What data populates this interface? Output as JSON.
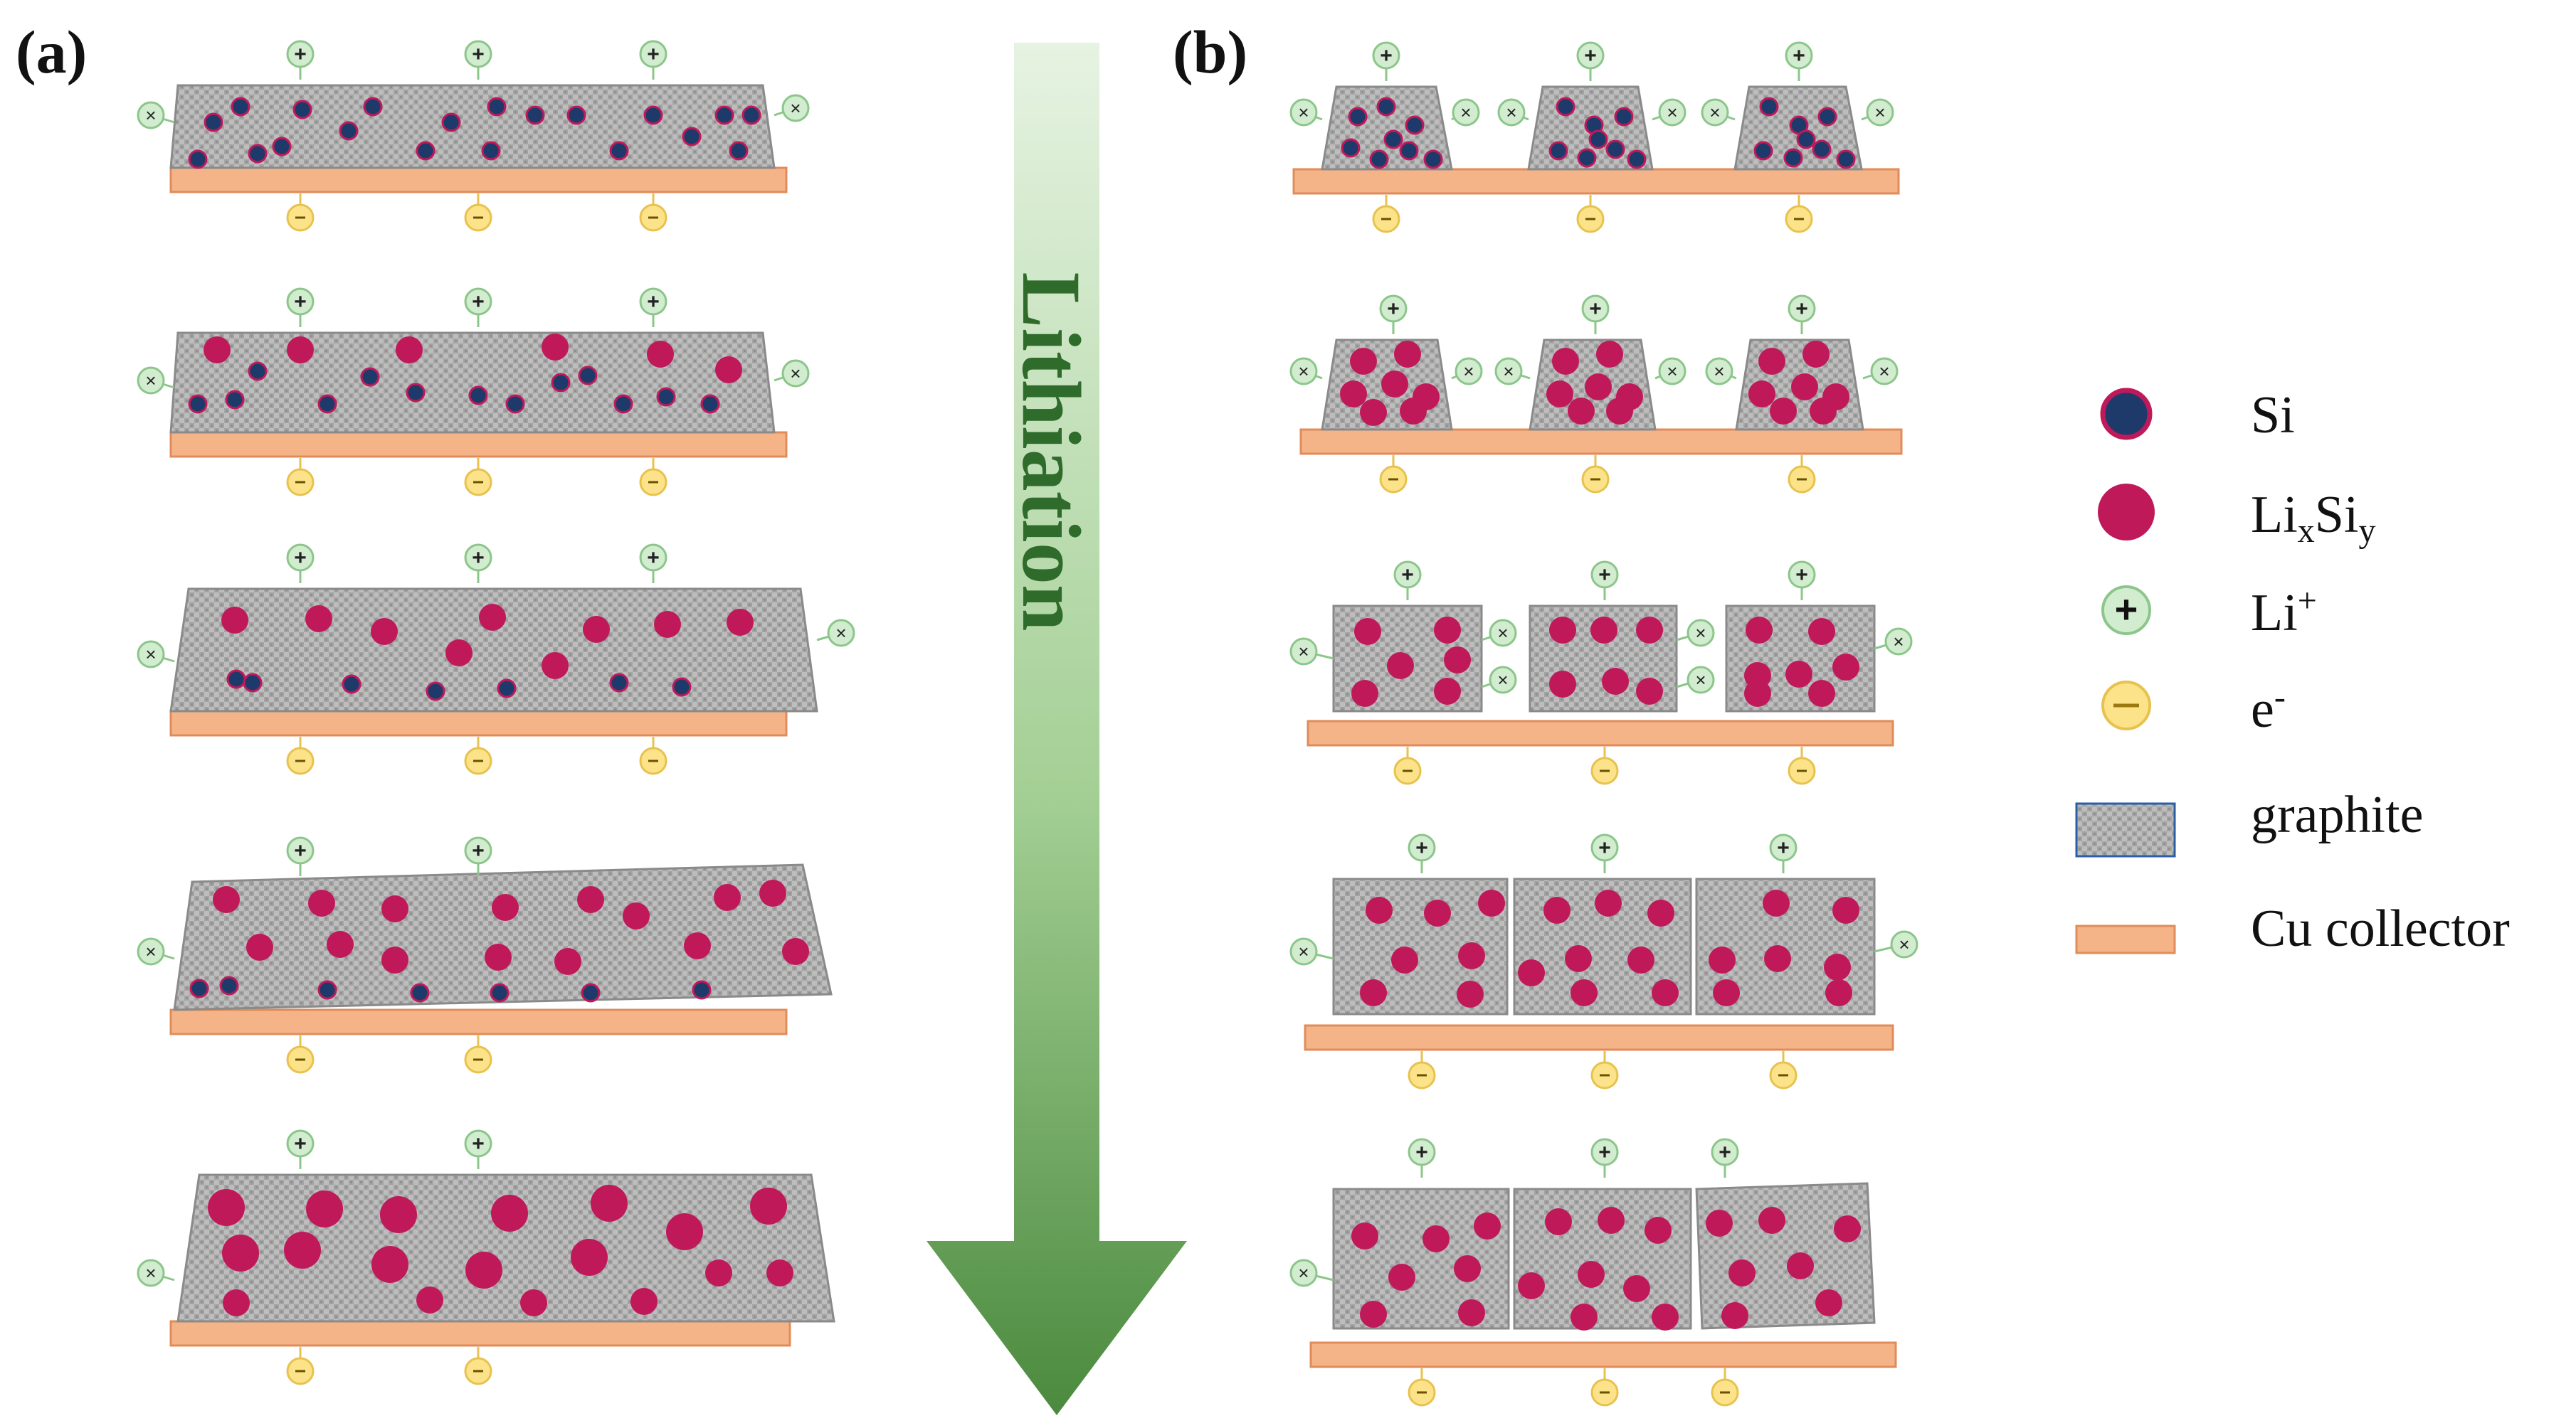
{
  "panels": {
    "a_label": "(a)",
    "b_label": "(b)"
  },
  "arrow": {
    "label": "Lithiation"
  },
  "legend": {
    "items": [
      {
        "key": "si",
        "label": "Si",
        "kind": "si-dot"
      },
      {
        "key": "lisi",
        "label_main": "Li",
        "sub1": "x",
        "label_mid": "Si",
        "sub2": "y",
        "kind": "lisi-dot"
      },
      {
        "key": "li",
        "label_main": "Li",
        "sup": "+",
        "kind": "li-ion"
      },
      {
        "key": "e",
        "label_main": "e",
        "sup": "-",
        "kind": "electron"
      },
      {
        "key": "graphite",
        "label": "graphite",
        "kind": "graphite-swatch"
      },
      {
        "key": "cu",
        "label": "Cu collector",
        "kind": "cu-swatch"
      }
    ]
  },
  "glyphs": {
    "plus": "+",
    "minus": "−",
    "cross": "×"
  },
  "colors": {
    "si": "#1d3a6b",
    "lisi": "#c0195a",
    "li_ion_fill": "#d2ecd0",
    "li_ion_edge": "#8cc68a",
    "electron_fill": "#fce38a",
    "electron_edge": "#e8c24e",
    "graphite": "#a9a9a9",
    "cu": "#f5b488",
    "cu_edge": "#e08c5a",
    "arrow_top": "#e6f3e2",
    "arrow_bottom": "#4b8a3e"
  }
}
